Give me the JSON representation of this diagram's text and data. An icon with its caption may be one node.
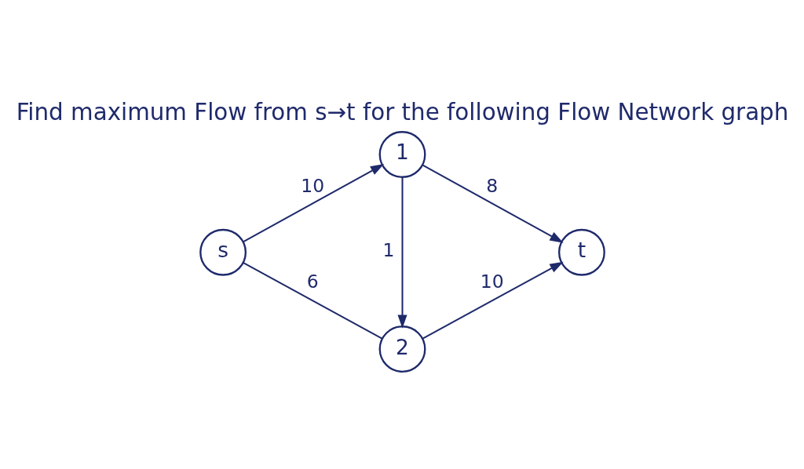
{
  "diagram": {
    "title": "Find maximum Flow from s→t for the following Flow Network graph",
    "nodes": [
      {
        "text": [
          "s"
        ]
      },
      {
        "text": [
          "1"
        ]
      },
      {
        "text": [
          "2"
        ]
      },
      {
        "text": [
          "t"
        ]
      }
    ],
    "edges": [
      {
        "from": 0,
        "to": 1,
        "arrow": "to",
        "label": "10"
      },
      {
        "from": 0,
        "to": 2,
        "arrow": "none",
        "label": "6"
      },
      {
        "from": 1,
        "to": 2,
        "arrow": "to",
        "label": "1"
      },
      {
        "from": 1,
        "to": 3,
        "arrow": "to",
        "label": "8"
      },
      {
        "from": 2,
        "to": 3,
        "arrow": "to",
        "label": "10"
      }
    ]
  }
}
